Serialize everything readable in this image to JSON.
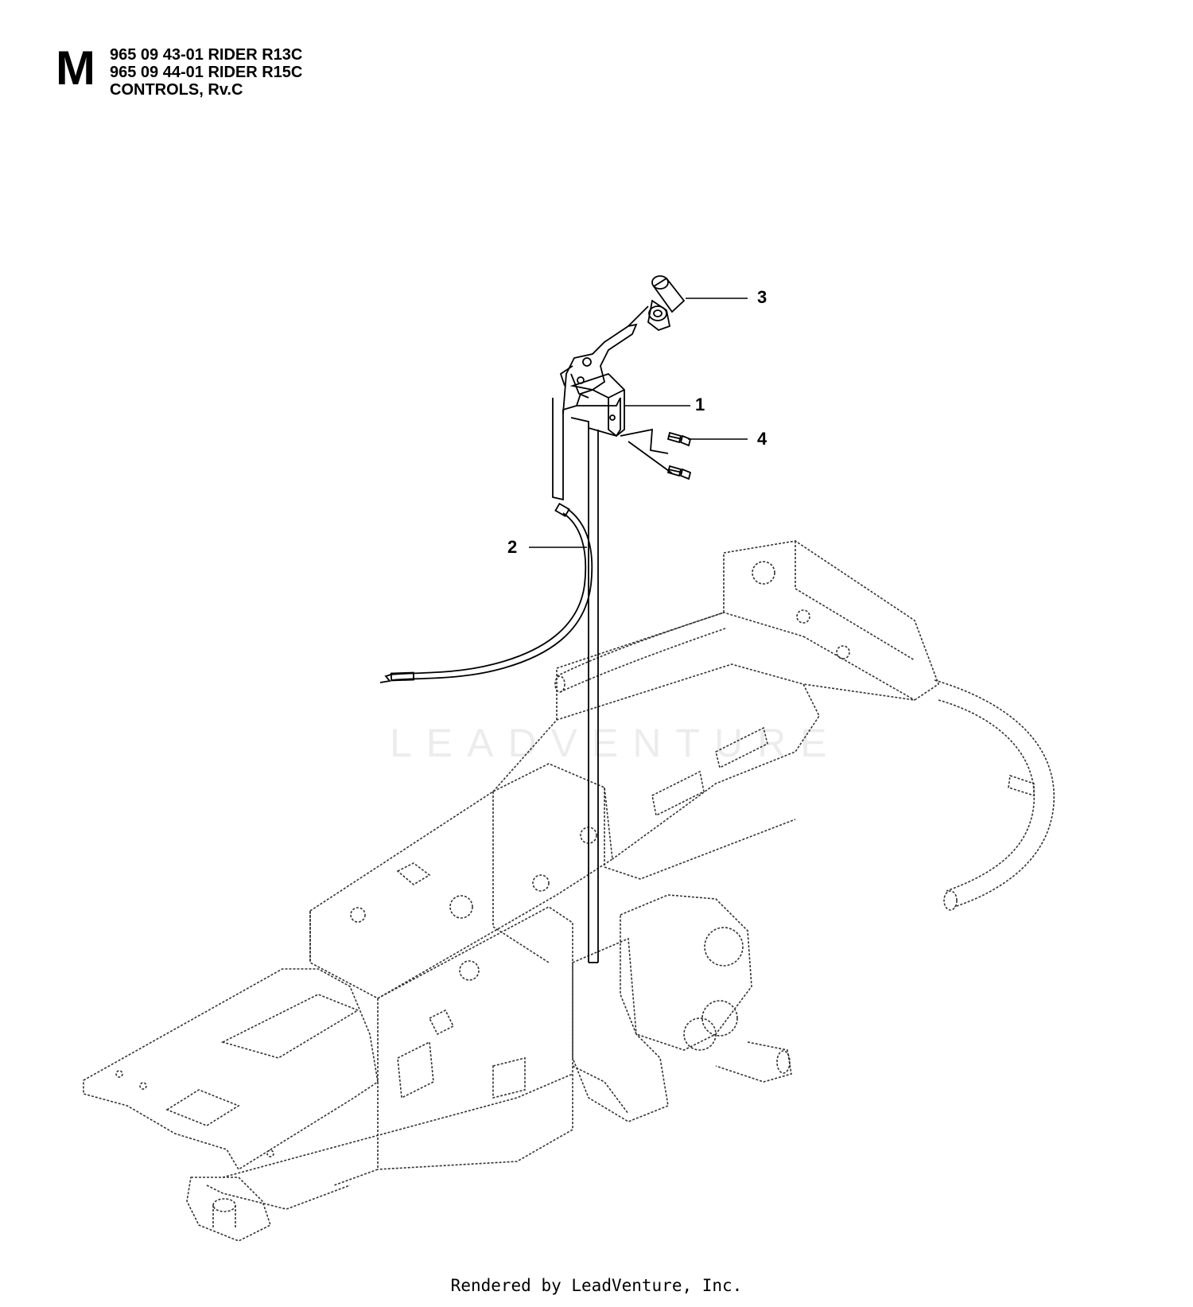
{
  "header": {
    "section_letter": "M",
    "lines": [
      "965 09 43-01 RIDER R13C",
      "965 09 44-01 RIDER R15C",
      "CONTROLS, Rv.C"
    ]
  },
  "callouts": [
    {
      "label": "1",
      "part": "control-bracket"
    },
    {
      "label": "2",
      "part": "throttle-cable"
    },
    {
      "label": "3",
      "part": "control-knob"
    },
    {
      "label": "4",
      "part": "screw"
    }
  ],
  "watermark": "LEADVENTURE",
  "footer": "Rendered by LeadVenture, Inc."
}
